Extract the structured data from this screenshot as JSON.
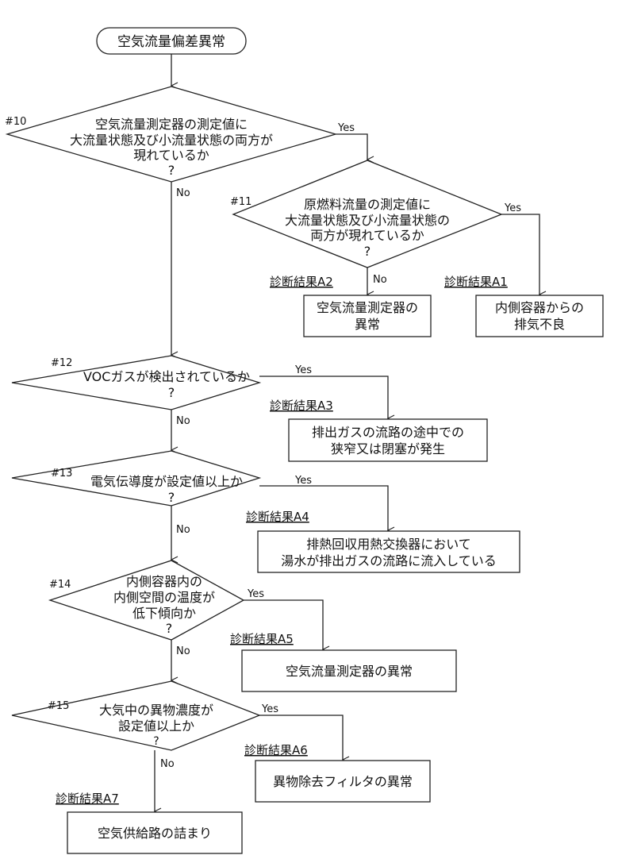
{
  "start": {
    "label": "空気流量偏差異常"
  },
  "decisions": [
    {
      "id": "#10",
      "lines": [
        "空気流量測定器の測定値に",
        "大流量状態及び小流量状態の両方が",
        "現れているか",
        "?"
      ],
      "yes": "Yes",
      "no": "No"
    },
    {
      "id": "#11",
      "lines": [
        "原燃料流量の測定値に",
        "大流量状態及び小流量状態の",
        "両方が現れているか",
        "?"
      ],
      "yes": "Yes",
      "no": "No"
    },
    {
      "id": "#12",
      "lines": [
        "VOCガスが検出されているか",
        "?"
      ],
      "yes": "Yes",
      "no": "No"
    },
    {
      "id": "#13",
      "lines": [
        "電気伝導度が設定値以上か",
        "?"
      ],
      "yes": "Yes",
      "no": "No"
    },
    {
      "id": "#14",
      "lines": [
        "内側容器内の",
        "内側空間の温度が",
        "低下傾向か",
        "?"
      ],
      "yes": "Yes",
      "no": "No"
    },
    {
      "id": "#15",
      "lines": [
        "大気中の異物濃度が",
        "設定値以上か",
        "?"
      ],
      "yes": "Yes",
      "no": "No"
    }
  ],
  "results": [
    {
      "label": "診断結果A1",
      "lines": [
        "内側容器からの",
        "排気不良"
      ]
    },
    {
      "label": "診断結果A2",
      "lines": [
        "空気流量測定器の",
        "異常"
      ]
    },
    {
      "label": "診断結果A3",
      "lines": [
        "排出ガスの流路の途中での",
        "狭窄又は閉塞が発生"
      ]
    },
    {
      "label": "診断結果A4",
      "lines": [
        "排熱回収用熱交換器において",
        "湯水が排出ガスの流路に流入している"
      ]
    },
    {
      "label": "診断結果A5",
      "lines": [
        "空気流量測定器の異常"
      ]
    },
    {
      "label": "診断結果A6",
      "lines": [
        "異物除去フィルタの異常"
      ]
    },
    {
      "label": "診断結果A7",
      "lines": [
        "空気供給路の詰まり"
      ]
    }
  ]
}
